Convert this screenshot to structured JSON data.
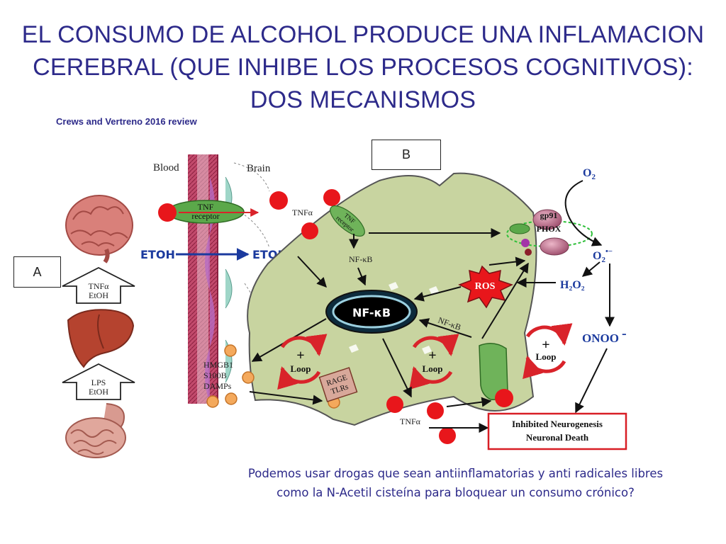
{
  "slide": {
    "title_lines": [
      "EL CONSUMO DE ALCOHOL PRODUCE UNA INFLAMACION",
      "CEREBRAL (QUE INHIBE LOS PROCESOS COGNITIVOS):",
      "DOS MECANISMOS"
    ],
    "citation": "Crews and Vertreno 2016 review",
    "box_a": "A",
    "box_b": "B",
    "footer_lines": [
      "Podemos usar drogas que sean antiinflamatorias y anti radicales libres",
      "como la N-Acetil cisteína para bloquear un consumo crónico?"
    ]
  },
  "diagram": {
    "blood": "Blood",
    "brain": "Brain",
    "tnf_receptor_1": "TNF",
    "tnf_receptor_2": "receptor",
    "etoh_left": "ETOH",
    "etoh_right": "ETOH",
    "tnfa_top": "TNFα",
    "tnf_receptor_small_1": "TNF",
    "tnf_receptor_small_2": "receptor",
    "nfkb_top": "NF-κB",
    "nfkb_core": "NF-κB",
    "nfkb_side": "NF-κB",
    "ros": "ROS",
    "gp91": "gp91",
    "phox": "PHOX",
    "o2": "O",
    "o2_sub": "2",
    "o2_radical": "O",
    "o2_radical_sub": "2",
    "o2_radical_sup": "•−",
    "h2o2": "H₂O₂",
    "onoo": "ONOO",
    "onoo_sup": "-",
    "hmgb1": "HMGB1",
    "s100b": "S100B",
    "damps": "DAMPs",
    "rage": "RAGE",
    "tlrs": "TLRs",
    "loop": "Loop",
    "plus": "+",
    "tnfa_bottom": "TNFα",
    "organ_arrow_1_l1": "TNFα",
    "organ_arrow_1_l2": "EtOH",
    "organ_arrow_2_l1": "LPS",
    "organ_arrow_2_l2": "EtOH",
    "outcome_1": "Inhibited Neurogenesis",
    "outcome_2": "Neuronal Death"
  },
  "colors": {
    "title": "#2d2a8a",
    "cell_fill": "#c8d4a0",
    "cell_stroke": "#555555",
    "red_dot": "#e8161b",
    "orange_dot": "#f4a95c",
    "loop_red": "#d9232a",
    "etoh_blue": "#1b3a9e",
    "vessel": "#b5325a",
    "outcome_border": "#d81e25"
  }
}
